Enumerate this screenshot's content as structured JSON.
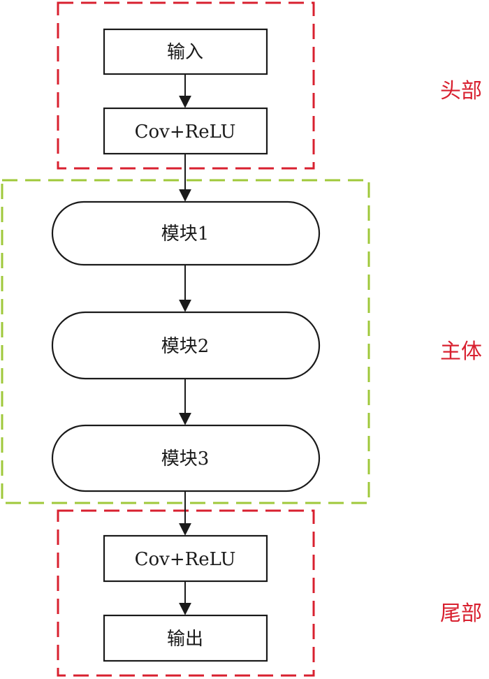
{
  "diagram": {
    "nodes": [
      {
        "id": "input",
        "label": "输入",
        "shape": "rect"
      },
      {
        "id": "conv-relu-head",
        "label": "Cov+ReLU",
        "shape": "rect"
      },
      {
        "id": "module1",
        "label": "模块1",
        "shape": "pill"
      },
      {
        "id": "module2",
        "label": "模块2",
        "shape": "pill"
      },
      {
        "id": "module3",
        "label": "模块3",
        "shape": "pill"
      },
      {
        "id": "conv-relu-tail",
        "label": "Cov+ReLU",
        "shape": "rect"
      },
      {
        "id": "output",
        "label": "输出",
        "shape": "rect"
      }
    ],
    "edges": [
      {
        "from": "input",
        "to": "conv-relu-head"
      },
      {
        "from": "conv-relu-head",
        "to": "module1"
      },
      {
        "from": "module1",
        "to": "module2"
      },
      {
        "from": "module2",
        "to": "module3"
      },
      {
        "from": "module3",
        "to": "conv-relu-tail"
      },
      {
        "from": "conv-relu-tail",
        "to": "output"
      }
    ],
    "sections": [
      {
        "id": "head",
        "label": "头部",
        "color": "#d8202f"
      },
      {
        "id": "body",
        "label": "主体",
        "color": "#9fc83a"
      },
      {
        "id": "tail",
        "label": "尾部",
        "color": "#d8202f"
      }
    ]
  }
}
